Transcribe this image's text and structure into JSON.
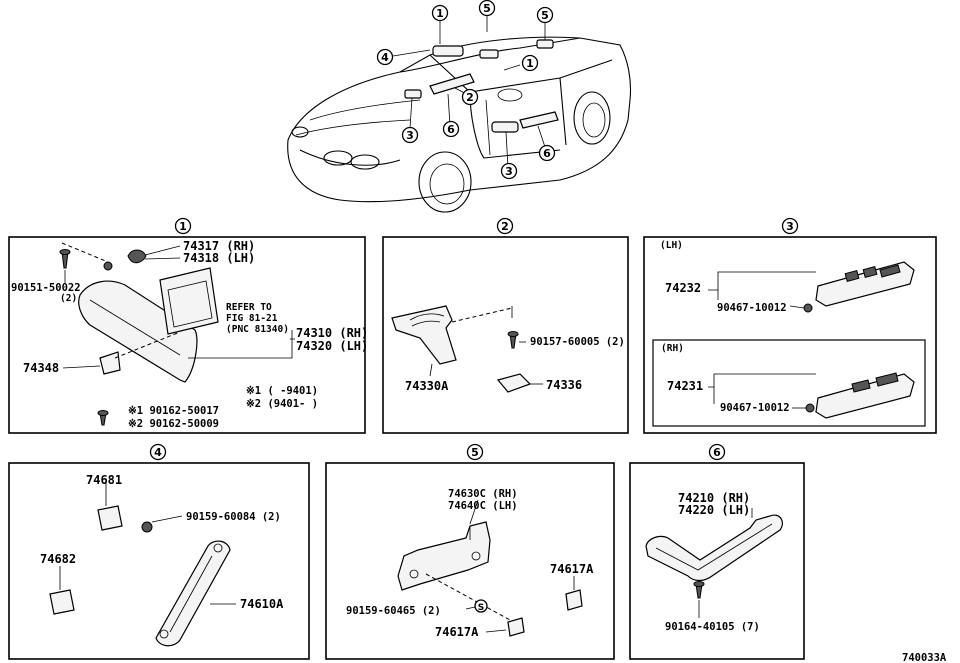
{
  "diagram": {
    "title": "",
    "overview_callouts": [
      "1",
      "5",
      "5",
      "4",
      "1",
      "2",
      "3",
      "6",
      "3",
      "6"
    ],
    "sections": [
      {
        "num": "1"
      },
      {
        "num": "2"
      },
      {
        "num": "3"
      },
      {
        "num": "4"
      },
      {
        "num": "5"
      },
      {
        "num": "6"
      }
    ],
    "panel1": {
      "p74317": "74317 (RH)",
      "p74318": "74318 (LH)",
      "p90151": "90151-50022",
      "p90151_qty": "(2)",
      "refer1": "REFER TO",
      "refer2": "FIG 81-21",
      "refer3": "(PNC 81340)",
      "p74310": "74310 (RH)",
      "p74320": "74320 (LH)",
      "p74348": "74348",
      "note1": "※1 (      -9401)",
      "note2": "※2 (9401-      )",
      "bolt1": "※1 90162-50017",
      "bolt2": "※2 90162-50009"
    },
    "panel2": {
      "p74330A": "74330A",
      "p90157": "90157-60005 (2)",
      "p74336": "74336"
    },
    "panel3": {
      "lh": "(LH)",
      "p74232": "74232",
      "p90467a": "90467-10012",
      "rh": "(RH)",
      "p74231": "74231",
      "p90467b": "90467-10012"
    },
    "panel4": {
      "p74681": "74681",
      "p90159": "90159-60084 (2)",
      "p74682": "74682",
      "p74610A": "74610A"
    },
    "panel5": {
      "p74630C": "74630C (RH)",
      "p74640C": "74640C (LH)",
      "p74617A_a": "74617A",
      "p90159": "90159-60465 (2)",
      "mark_s": "S",
      "p74617A_b": "74617A"
    },
    "panel6": {
      "p74210": "74210 (RH)",
      "p74220": "74220 (LH)",
      "p90164": "90164-40105 (7)"
    },
    "figure_id": "740033A"
  }
}
